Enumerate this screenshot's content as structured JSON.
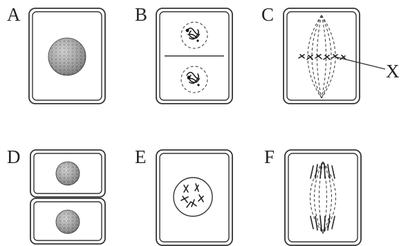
{
  "figure": {
    "panel_labels": [
      "A",
      "B",
      "C",
      "D",
      "E",
      "F"
    ],
    "pointer_label": "X"
  },
  "colors": {
    "stroke": "#333333",
    "nucleus_fill": "#9a9a9a",
    "chromosome": "#222222",
    "background": "#ffffff"
  }
}
